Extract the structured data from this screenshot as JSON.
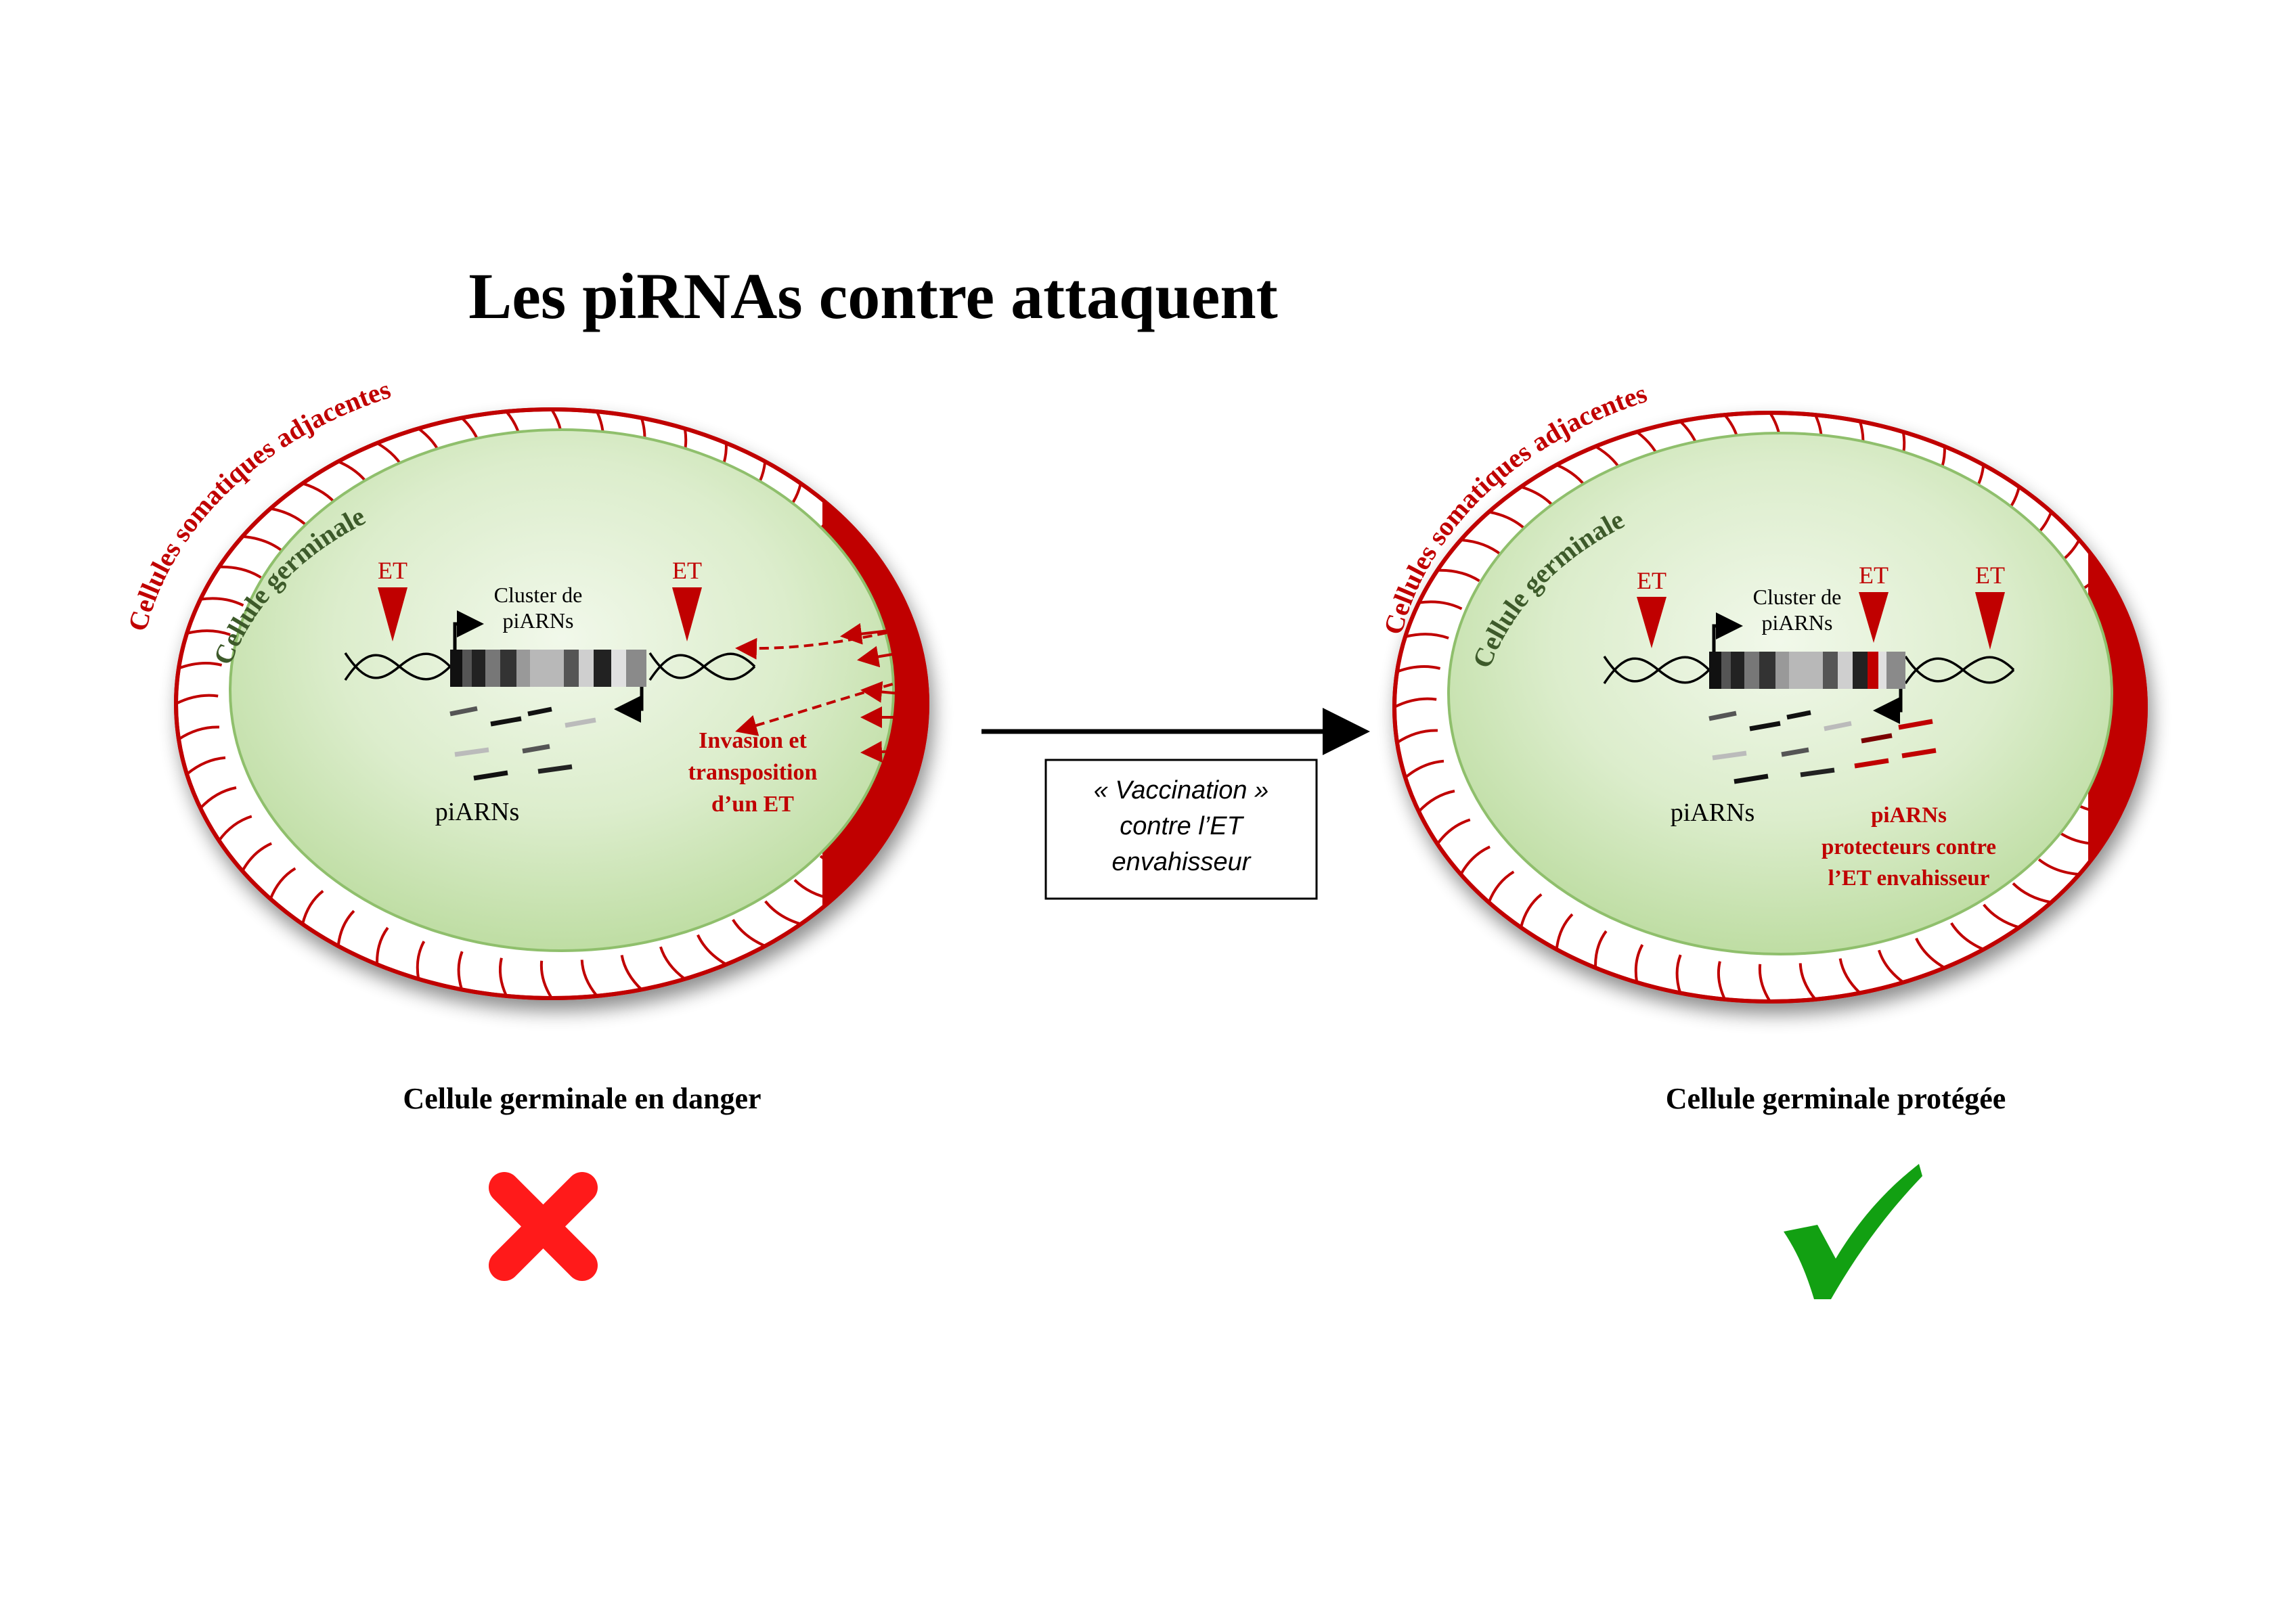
{
  "title": "Les piRNAs contre attaquent",
  "colors": {
    "red": "#c00000",
    "somatic_fill": "#ffffff",
    "germ_fill_center": "#eaf4e0",
    "germ_fill_edge": "#c7e2ad",
    "dark_green_text": "#3d5a2a",
    "cross": "#ff1a1a",
    "check": "#12a012"
  },
  "left_panel": {
    "somatic_label": "Cellules somatiques adjacentes",
    "germline_label": "Cellule germinale",
    "et_left": "ET",
    "et_right": "ET",
    "cluster_label_1": "Cluster de",
    "cluster_label_2": "piARNs",
    "piarns_label": "piARNs",
    "invasion_1": "Invasion et",
    "invasion_2": "transposition",
    "invasion_3": "d’un ET",
    "caption": "Cellule germinale en danger",
    "status_icon": "cross-icon"
  },
  "center": {
    "vaccination_1": "« Vaccination »",
    "vaccination_2": "contre l’ET",
    "vaccination_3": "envahisseur"
  },
  "right_panel": {
    "somatic_label": "Cellules somatiques adjacentes",
    "germline_label": "Cellule germinale",
    "et_left": "ET",
    "et_middle": "ET",
    "et_right": "ET",
    "cluster_label_1": "Cluster de",
    "cluster_label_2": "piARNs",
    "piarns_label": "piARNs",
    "protect_1": "piARNs",
    "protect_2": "protecteurs contre",
    "protect_3": "l’ET envahisseur",
    "caption": "Cellule germinale protégée",
    "status_icon": "check-icon"
  }
}
